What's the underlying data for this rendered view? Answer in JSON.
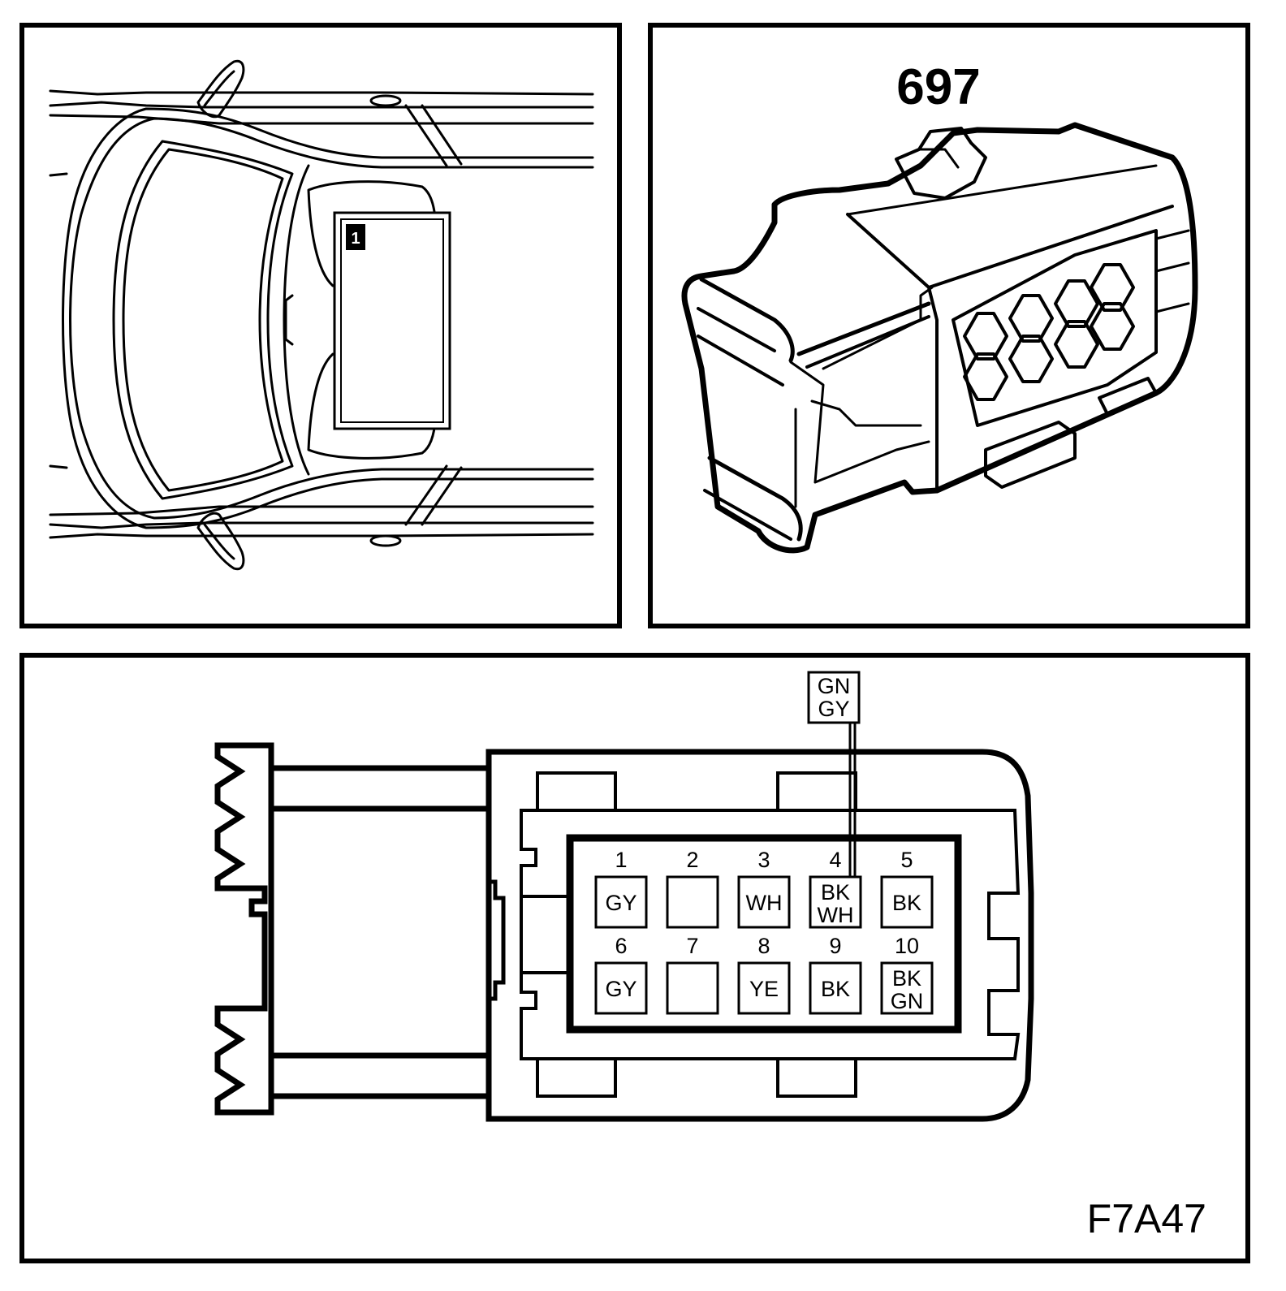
{
  "location_view": {
    "callout": "1"
  },
  "connector_view": {
    "connector_id": "697"
  },
  "pinout": {
    "pins_top": [
      {
        "num": "1",
        "colors": [
          "GY"
        ]
      },
      {
        "num": "2",
        "colors": []
      },
      {
        "num": "3",
        "colors": [
          "WH"
        ]
      },
      {
        "num": "4",
        "colors": [
          "BK",
          "WH"
        ]
      },
      {
        "num": "5",
        "colors": [
          "BK"
        ]
      }
    ],
    "pins_bottom": [
      {
        "num": "6",
        "colors": [
          "GY"
        ]
      },
      {
        "num": "7",
        "colors": []
      },
      {
        "num": "8",
        "colors": [
          "YE"
        ]
      },
      {
        "num": "9",
        "colors": [
          "BK"
        ]
      },
      {
        "num": "10",
        "colors": [
          "BK",
          "GN"
        ]
      }
    ],
    "wire_callout": {
      "pin": "4",
      "colors": [
        "GN",
        "GY"
      ]
    },
    "figure_code": "F7A47"
  }
}
